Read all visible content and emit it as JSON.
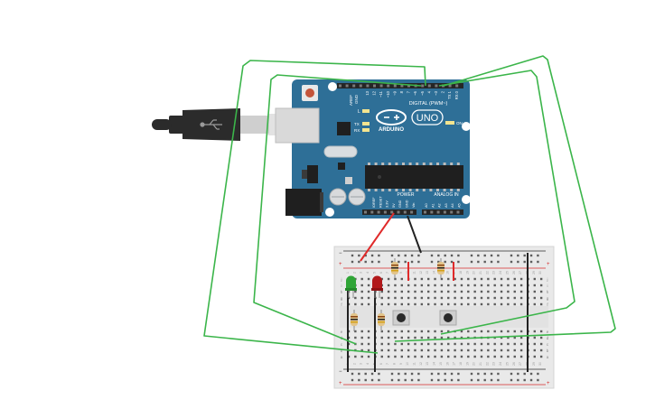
{
  "arduino": {
    "model": "UNO",
    "brand": "ARDUINO",
    "header_digital": "DIGITAL (PWM~)",
    "header_power": "POWER",
    "header_analog": "ANALOG IN",
    "label_L": "L",
    "label_TX": "TX",
    "label_RX": "RX",
    "label_ON": "ON",
    "label_aref": "AREF",
    "label_gnd": "GND",
    "digital_pins": [
      "13",
      "12",
      "~11",
      "~10",
      "~9",
      "8",
      "7",
      "~6",
      "~5",
      "4",
      "~3",
      "2",
      "TX 1",
      "RX 0"
    ],
    "power_pins": [
      "IOREF",
      "RESET",
      "3.3V",
      "5V",
      "GND",
      "GND",
      "Vin"
    ],
    "analog_pins": [
      "A0",
      "A1",
      "A2",
      "A3",
      "A4",
      "A5"
    ],
    "board_color": "#2e6f97"
  },
  "breadboard": {
    "row_letters_top": [
      "j",
      "i",
      "h",
      "g",
      "f"
    ],
    "row_letters_bottom": [
      "e",
      "d",
      "c",
      "b",
      "a"
    ],
    "plus_label": "+",
    "minus_label": "−",
    "column_count": 30
  },
  "components": {
    "leds": [
      {
        "name": "green-led",
        "color": "#2fa536"
      },
      {
        "name": "red-led",
        "color": "#b2191b"
      }
    ],
    "resistor_count": 4,
    "pushbutton_count": 2
  },
  "wires": {
    "signal_color": "#3bb54a",
    "power_color": "#e02a2a",
    "ground_color": "#222222"
  }
}
